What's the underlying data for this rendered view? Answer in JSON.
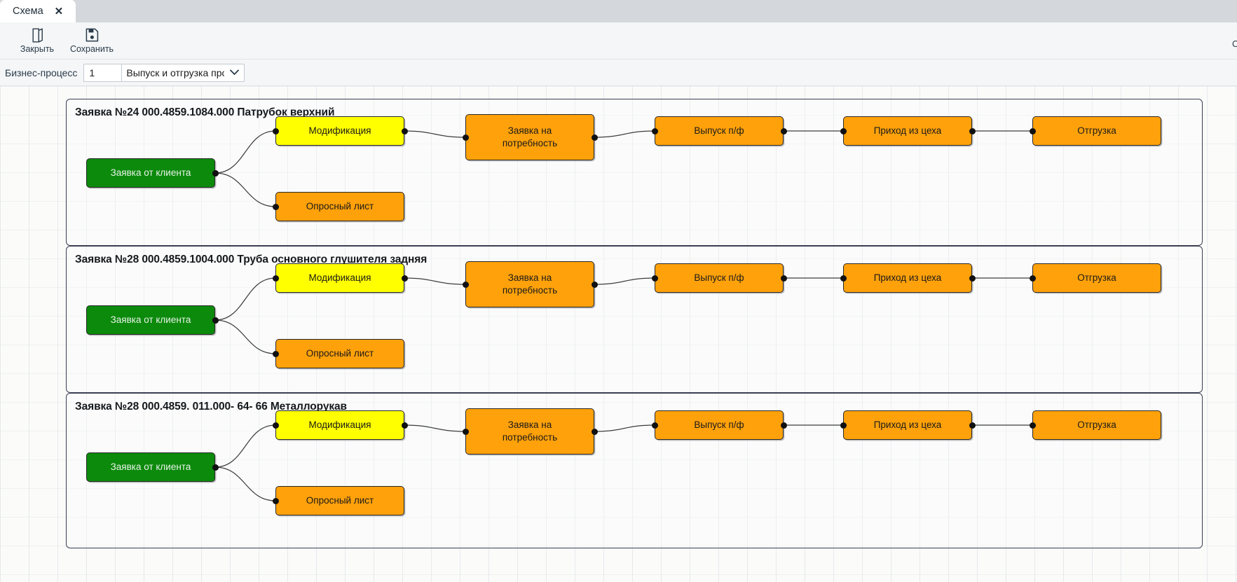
{
  "window": {
    "tab": {
      "label": "Схема",
      "close_icon": "close-icon",
      "close_glyph": "✕"
    }
  },
  "toolbar": {
    "buttons": [
      {
        "label": "Закрыть",
        "icon": "door-exit-icon"
      },
      {
        "label": "Сохранить",
        "icon": "floppy-save-icon"
      }
    ],
    "right_edge_glyph": "O"
  },
  "filterbar": {
    "label": "Бизнес-процесс",
    "number_value": "1",
    "number_placeholder": "",
    "process_value": "Выпуск и отгрузка проду",
    "dropdown_icon": "chevron-down-icon"
  },
  "diagram": {
    "node_labels": {
      "client_request": "Заявка от клиента",
      "modification": "Модификация",
      "questionnaire": "Опросный лист",
      "need_request": "Заявка на\nпотребность",
      "need_request_line1": "Заявка на",
      "need_request_line2": "потребность",
      "semi_release": "Выпуск п/ф",
      "shop_receipt": "Приход из цеха",
      "shipment": "Отгрузка"
    },
    "colors": {
      "green": "#0c8a0c",
      "yellow": "#ffff00",
      "orange": "#ffa10a",
      "node_border": "#272727",
      "group_border": "#3a3f52",
      "link": "#3c3c3c",
      "canvas_bg": "#fbfbfa"
    },
    "groups": [
      {
        "title": "Заявка №24 000.4859.1084.000 Патрубок верхний",
        "nodes": [
          {
            "key": "client_request",
            "label": "Заявка от клиента",
            "color": "green"
          },
          {
            "key": "modification",
            "label": "Модификация",
            "color": "yellow"
          },
          {
            "key": "questionnaire",
            "label": "Опросный лист",
            "color": "orange"
          },
          {
            "key": "need_request",
            "label": "Заявка на потребность",
            "color": "orange"
          },
          {
            "key": "semi_release",
            "label": "Выпуск п/ф",
            "color": "orange"
          },
          {
            "key": "shop_receipt",
            "label": "Приход из цеха",
            "color": "orange"
          },
          {
            "key": "shipment",
            "label": "Отгрузка",
            "color": "orange"
          }
        ]
      },
      {
        "title": "Заявка №28 000.4859.1004.000 Труба основного глушителя задняя",
        "nodes": [
          {
            "key": "client_request",
            "label": "Заявка от клиента",
            "color": "green"
          },
          {
            "key": "modification",
            "label": "Модификация",
            "color": "yellow"
          },
          {
            "key": "questionnaire",
            "label": "Опросный лист",
            "color": "orange"
          },
          {
            "key": "need_request",
            "label": "Заявка на потребность",
            "color": "orange"
          },
          {
            "key": "semi_release",
            "label": "Выпуск п/ф",
            "color": "orange"
          },
          {
            "key": "shop_receipt",
            "label": "Приход из цеха",
            "color": "orange"
          },
          {
            "key": "shipment",
            "label": "Отгрузка",
            "color": "orange"
          }
        ]
      },
      {
        "title": "Заявка №28 000.4859. 011.000- 64- 66 Металлорукав",
        "nodes": [
          {
            "key": "client_request",
            "label": "Заявка от клиента",
            "color": "green"
          },
          {
            "key": "modification",
            "label": "Модификация",
            "color": "yellow"
          },
          {
            "key": "questionnaire",
            "label": "Опросный лист",
            "color": "orange"
          },
          {
            "key": "need_request",
            "label": "Заявка на потребность",
            "color": "orange"
          },
          {
            "key": "semi_release",
            "label": "Выпуск п/ф",
            "color": "orange"
          },
          {
            "key": "shop_receipt",
            "label": "Приход из цеха",
            "color": "orange"
          },
          {
            "key": "shipment",
            "label": "Отгрузка",
            "color": "orange"
          }
        ]
      }
    ]
  }
}
